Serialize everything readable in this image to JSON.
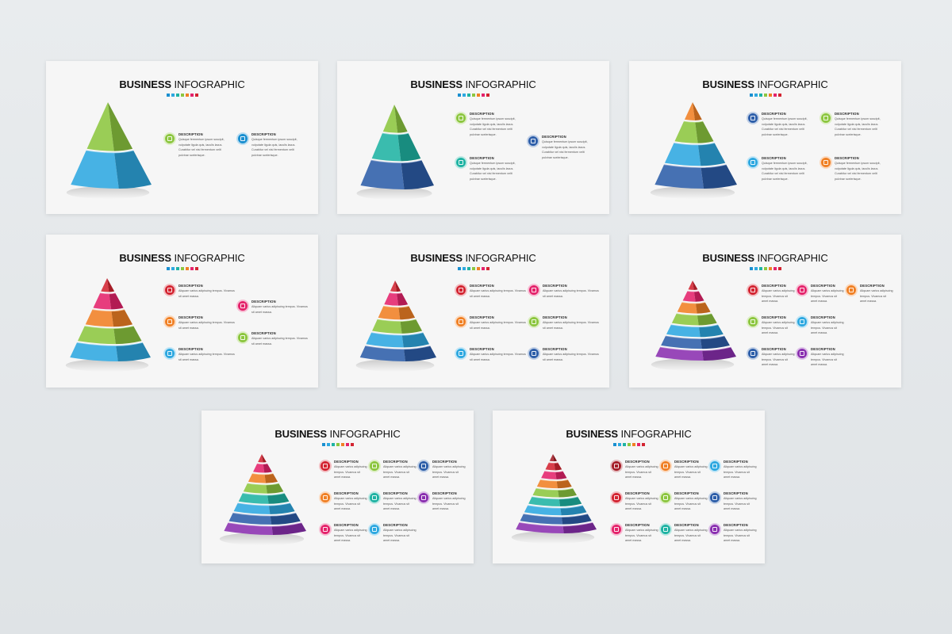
{
  "colors": {
    "red": "#d32431",
    "pink": "#e4236b",
    "orange": "#f08025",
    "green": "#8cc63f",
    "teal": "#1fb3a3",
    "sky": "#2ea8e0",
    "blue": "#1a8fd0",
    "navy": "#2d5ea9",
    "purple": "#8a2fb0",
    "darkred": "#a51d27"
  },
  "slides": [
    {
      "title_bold": "BUSINESS",
      "title_rest": " INFOGRAPHIC",
      "swatches": [
        "#1a8fd0",
        "#2ea8e0",
        "#1fb3a3",
        "#8cc63f",
        "#f08025",
        "#e4236b",
        "#d32431"
      ],
      "layers": [
        "green",
        "sky"
      ],
      "items": [
        {
          "title": "DESCRIPTION",
          "color": "green",
          "icon": "chat-icon",
          "lines": [
            "Quisque fermentum ipsum suscipit,",
            "vulputate ligula quis, iaculis lacus.",
            "Curabitur vel nisi fermentum velit",
            "pulvinar scelerisque."
          ]
        },
        {
          "title": "DESCRIPTION",
          "color": "blue",
          "icon": "chart-icon",
          "lines": [
            "Quisque fermentum ipsum suscipit,",
            "vulputate ligula quis, iaculis lacus.",
            "Curabitur vel nisi fermentum velit",
            "pulvinar scelerisque."
          ]
        }
      ]
    },
    {
      "title_bold": "BUSINESS",
      "title_rest": " INFOGRAPHIC",
      "swatches": [
        "#1a8fd0",
        "#2ea8e0",
        "#1fb3a3",
        "#8cc63f",
        "#f08025",
        "#e4236b",
        "#d32431"
      ],
      "layers": [
        "green",
        "teal",
        "navy"
      ],
      "items": [
        {
          "title": "DESCRIPTION",
          "color": "green",
          "icon": "chat-icon",
          "lines": [
            "Quisque fermentum ipsum suscipit,",
            "vulputate ligula quis, iaculis lacus.",
            "Curabitur vel nisi fermentum velit",
            "pulvinar scelerisque."
          ]
        },
        {
          "title": "DESCRIPTION",
          "color": "navy",
          "icon": "lock-icon",
          "lines": [
            "Quisque fermentum ipsum suscipit,",
            "vulputate ligula quis, iaculis lacus.",
            "Curabitur vel nisi fermentum velit",
            "pulvinar scelerisque."
          ]
        },
        {
          "title": "DESCRIPTION",
          "color": "teal",
          "icon": "chart-icon",
          "lines": [
            "Quisque fermentum ipsum suscipit,",
            "vulputate ligula quis, iaculis lacus.",
            "Curabitur vel nisi fermentum velit",
            "pulvinar scelerisque."
          ]
        }
      ]
    },
    {
      "title_bold": "BUSINESS",
      "title_rest": " INFOGRAPHIC",
      "swatches": [
        "#1a8fd0",
        "#2ea8e0",
        "#1fb3a3",
        "#8cc63f",
        "#f08025",
        "#e4236b",
        "#d32431"
      ],
      "layers": [
        "orange",
        "green",
        "sky",
        "navy"
      ],
      "items": [
        {
          "title": "DESCRIPTION",
          "color": "navy",
          "icon": "home-icon",
          "lines": [
            "Quisque fermentum ipsum suscipit,",
            "vulputate ligula quis, iaculis lacus.",
            "Curabitur vel nisi fermentum velit",
            "pulvinar scelerisque."
          ]
        },
        {
          "title": "DESCRIPTION",
          "color": "green",
          "icon": "chat-icon",
          "lines": [
            "Quisque fermentum ipsum suscipit,",
            "vulputate ligula quis, iaculis lacus.",
            "Curabitur vel nisi fermentum velit",
            "pulvinar scelerisque."
          ]
        },
        {
          "title": "DESCRIPTION",
          "color": "sky",
          "icon": "globe-icon",
          "lines": [
            "Quisque fermentum ipsum suscipit,",
            "vulputate ligula quis, iaculis lacus.",
            "Curabitur vel nisi fermentum velit",
            "pulvinar scelerisque."
          ]
        },
        {
          "title": "DESCRIPTION",
          "color": "orange",
          "icon": "star-icon",
          "lines": [
            "Quisque fermentum ipsum suscipit,",
            "vulputate ligula quis, iaculis lacus.",
            "Curabitur vel nisi fermentum velit",
            "pulvinar scelerisque."
          ]
        }
      ]
    },
    {
      "title_bold": "BUSINESS",
      "title_rest": " INFOGRAPHIC",
      "swatches": [
        "#1a8fd0",
        "#2ea8e0",
        "#1fb3a3",
        "#8cc63f",
        "#f08025",
        "#e4236b",
        "#d32431"
      ],
      "layers": [
        "red",
        "pink",
        "orange",
        "green",
        "sky"
      ],
      "items": [
        {
          "title": "DESCRIPTION",
          "color": "red",
          "icon": "home-icon",
          "lines": [
            "Aliquam varius adipiscing tempus. Vivamus",
            "sit amet massa."
          ]
        },
        {
          "title": "DESCRIPTION",
          "color": "pink",
          "icon": "heart-icon",
          "lines": [
            "Aliquam varius adipiscing tempus. Vivamus",
            "sit amet massa."
          ]
        },
        {
          "title": "DESCRIPTION",
          "color": "orange",
          "icon": "lock-icon",
          "lines": [
            "Aliquam varius adipiscing tempus. Vivamus",
            "sit amet massa."
          ]
        },
        {
          "title": "DESCRIPTION",
          "color": "green",
          "icon": "chat-icon",
          "lines": [
            "Aliquam varius adipiscing tempus. Vivamus",
            "sit amet massa."
          ]
        },
        {
          "title": "DESCRIPTION",
          "color": "sky",
          "icon": "globe-icon",
          "lines": [
            "Aliquam varius adipiscing tempus. Vivamus",
            "sit amet massa."
          ]
        }
      ]
    },
    {
      "title_bold": "BUSINESS",
      "title_rest": " INFOGRAPHIC",
      "swatches": [
        "#1a8fd0",
        "#2ea8e0",
        "#1fb3a3",
        "#8cc63f",
        "#f08025",
        "#e4236b",
        "#d32431"
      ],
      "layers": [
        "red",
        "pink",
        "orange",
        "green",
        "sky",
        "navy"
      ],
      "items": [
        {
          "title": "DESCRIPTION",
          "color": "red",
          "icon": "home-icon",
          "lines": [
            "Aliquam varius adipiscing tempus. Vivamus",
            "sit amet massa."
          ]
        },
        {
          "title": "DESCRIPTION",
          "color": "pink",
          "icon": "heart-icon",
          "lines": [
            "Aliquam varius adipiscing tempus. Vivamus",
            "sit amet massa."
          ]
        },
        {
          "title": "DESCRIPTION",
          "color": "orange",
          "icon": "lock-icon",
          "lines": [
            "Aliquam varius adipiscing tempus. Vivamus",
            "sit amet massa."
          ]
        },
        {
          "title": "DESCRIPTION",
          "color": "green",
          "icon": "chat-icon",
          "lines": [
            "Aliquam varius adipiscing tempus. Vivamus",
            "sit amet massa."
          ]
        },
        {
          "title": "DESCRIPTION",
          "color": "sky",
          "icon": "globe-icon",
          "lines": [
            "Aliquam varius adipiscing tempus. Vivamus",
            "sit amet massa."
          ]
        },
        {
          "title": "DESCRIPTION",
          "color": "navy",
          "icon": "chart-icon",
          "lines": [
            "Aliquam varius adipiscing tempus. Vivamus",
            "sit amet massa."
          ]
        }
      ]
    },
    {
      "title_bold": "BUSINESS",
      "title_rest": " INFOGRAPHIC",
      "swatches": [
        "#1a8fd0",
        "#2ea8e0",
        "#1fb3a3",
        "#8cc63f",
        "#f08025",
        "#e4236b",
        "#d32431"
      ],
      "layers": [
        "red",
        "pink",
        "orange",
        "green",
        "sky",
        "navy",
        "purple"
      ],
      "items": [
        {
          "title": "DESCRIPTION",
          "color": "red",
          "icon": "home-icon",
          "lines": [
            "Aliquam varius adipiscing",
            "tempus. Vivamus sit",
            "amet massa."
          ]
        },
        {
          "title": "DESCRIPTION",
          "color": "pink",
          "icon": "heart-icon",
          "lines": [
            "Aliquam varius adipiscing",
            "tempus. Vivamus sit",
            "amet massa."
          ]
        },
        {
          "title": "DESCRIPTION",
          "color": "orange",
          "icon": "lock-icon",
          "lines": [
            "Aliquam varius adipiscing",
            "tempus. Vivamus sit",
            "amet massa."
          ]
        },
        {
          "title": "DESCRIPTION",
          "color": "green",
          "icon": "chat-icon",
          "lines": [
            "Aliquam varius adipiscing",
            "tempus. Vivamus sit",
            "amet massa."
          ]
        },
        {
          "title": "DESCRIPTION",
          "color": "sky",
          "icon": "globe-icon",
          "lines": [
            "Aliquam varius adipiscing",
            "tempus. Vivamus sit",
            "amet massa."
          ]
        },
        {
          "title": "DESCRIPTION",
          "color": "navy",
          "icon": "chart-icon",
          "lines": [
            "Aliquam varius adipiscing",
            "tempus. Vivamus sit",
            "amet massa."
          ]
        },
        {
          "title": "DESCRIPTION",
          "color": "purple",
          "icon": "diamond-icon",
          "lines": [
            "Aliquam varius adipiscing",
            "tempus. Vivamus sit",
            "amet massa."
          ]
        }
      ]
    },
    {
      "title_bold": "BUSINESS",
      "title_rest": " INFOGRAPHIC",
      "swatches": [
        "#1a8fd0",
        "#2ea8e0",
        "#1fb3a3",
        "#8cc63f",
        "#f08025",
        "#e4236b",
        "#d32431"
      ],
      "layers": [
        "red",
        "pink",
        "orange",
        "green",
        "teal",
        "sky",
        "navy",
        "purple"
      ],
      "items": [
        {
          "title": "DESCRIPTION",
          "color": "red",
          "icon": "home-icon",
          "lines": [
            "Aliquam varius adipiscing",
            "tempus. Vivamus sit",
            "amet massa."
          ]
        },
        {
          "title": "DESCRIPTION",
          "color": "orange",
          "icon": "lock-icon",
          "lines": [
            "Aliquam varius adipiscing",
            "tempus. Vivamus sit",
            "amet massa."
          ]
        },
        {
          "title": "DESCRIPTION",
          "color": "pink",
          "icon": "heart-icon",
          "lines": [
            "Aliquam varius adipiscing",
            "tempus. Vivamus sit",
            "amet massa."
          ]
        },
        {
          "title": "DESCRIPTION",
          "color": "green",
          "icon": "chat-icon",
          "lines": [
            "Aliquam varius adipiscing",
            "tempus. Vivamus sit",
            "amet massa."
          ]
        },
        {
          "title": "DESCRIPTION",
          "color": "teal",
          "icon": "gear-icon",
          "lines": [
            "Aliquam varius adipiscing",
            "tempus. Vivamus sit",
            "amet massa."
          ]
        },
        {
          "title": "DESCRIPTION",
          "color": "sky",
          "icon": "globe-icon",
          "lines": [
            "Aliquam varius adipiscing",
            "tempus. Vivamus sit",
            "amet massa."
          ]
        },
        {
          "title": "DESCRIPTION",
          "color": "navy",
          "icon": "diamond-icon",
          "lines": [
            "Aliquam varius adipiscing",
            "tempus. Vivamus sit",
            "amet massa."
          ]
        },
        {
          "title": "DESCRIPTION",
          "color": "purple",
          "icon": "chart-icon",
          "lines": [
            "Aliquam varius adipiscing",
            "tempus. Vivamus sit",
            "amet massa."
          ]
        }
      ]
    },
    {
      "title_bold": "BUSINESS",
      "title_rest": " INFOGRAPHIC",
      "swatches": [
        "#1a8fd0",
        "#2ea8e0",
        "#1fb3a3",
        "#8cc63f",
        "#f08025",
        "#e4236b",
        "#d32431"
      ],
      "layers": [
        "darkred",
        "red",
        "pink",
        "orange",
        "green",
        "teal",
        "sky",
        "navy",
        "purple"
      ],
      "items": [
        {
          "title": "DESCRIPTION",
          "color": "darkred",
          "icon": "home-icon",
          "lines": [
            "Aliquam varius adipiscing",
            "tempus. Vivamus sit",
            "amet massa."
          ]
        },
        {
          "title": "DESCRIPTION",
          "color": "red",
          "icon": "lock-icon",
          "lines": [
            "Aliquam varius adipiscing",
            "tempus. Vivamus sit",
            "amet massa."
          ]
        },
        {
          "title": "DESCRIPTION",
          "color": "pink",
          "icon": "heart-icon",
          "lines": [
            "Aliquam varius adipiscing",
            "tempus. Vivamus sit",
            "amet massa."
          ]
        },
        {
          "title": "DESCRIPTION",
          "color": "orange",
          "icon": "star-icon",
          "lines": [
            "Aliquam varius adipiscing",
            "tempus. Vivamus sit",
            "amet massa."
          ]
        },
        {
          "title": "DESCRIPTION",
          "color": "green",
          "icon": "chat-icon",
          "lines": [
            "Aliquam varius adipiscing",
            "tempus. Vivamus sit",
            "amet massa."
          ]
        },
        {
          "title": "DESCRIPTION",
          "color": "teal",
          "icon": "gear-icon",
          "lines": [
            "Aliquam varius adipiscing",
            "tempus. Vivamus sit",
            "amet massa."
          ]
        },
        {
          "title": "DESCRIPTION",
          "color": "sky",
          "icon": "globe-icon",
          "lines": [
            "Aliquam varius adipiscing",
            "tempus. Vivamus sit",
            "amet massa."
          ]
        },
        {
          "title": "DESCRIPTION",
          "color": "navy",
          "icon": "diamond-icon",
          "lines": [
            "Aliquam varius adipiscing",
            "tempus. Vivamus sit",
            "amet massa."
          ]
        },
        {
          "title": "DESCRIPTION",
          "color": "purple",
          "icon": "chart-icon",
          "lines": [
            "Aliquam varius adipiscing",
            "tempus. Vivamus sit",
            "amet massa."
          ]
        }
      ]
    }
  ]
}
